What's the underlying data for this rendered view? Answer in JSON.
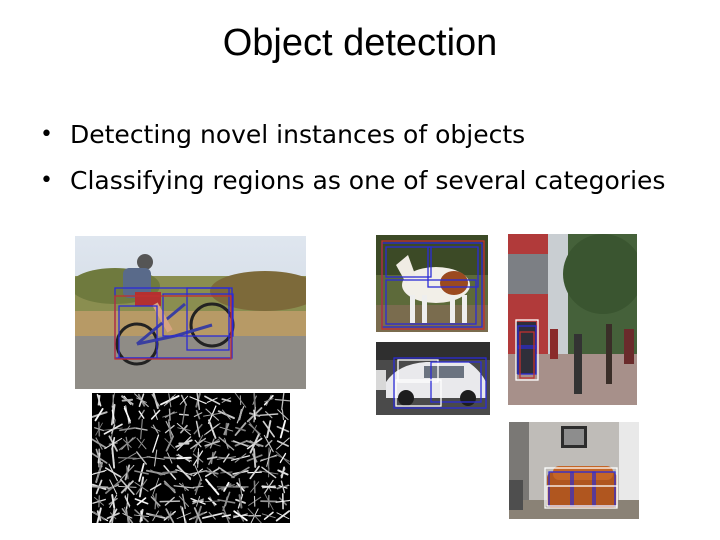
{
  "slide": {
    "title": "Object detection",
    "bullets": [
      "Detecting novel instances of objects",
      "Classifying regions as one of several categories"
    ],
    "bullet_glyph": "•"
  },
  "images": [
    {
      "subject": "cyclist-on-bicycle-photo"
    },
    {
      "subject": "hog-feature-visualization"
    },
    {
      "subject": "horse-photo"
    },
    {
      "subject": "car-photo"
    },
    {
      "subject": "street-pedestrian-photo"
    },
    {
      "subject": "room-sofa-photo"
    }
  ],
  "colors": {
    "detection_box_blue": "#2b2bd6",
    "detection_box_red": "#c03030",
    "detection_box_white": "#ffffff"
  }
}
